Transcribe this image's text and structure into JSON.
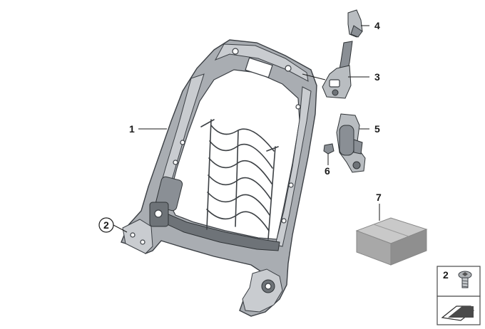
{
  "callouts": {
    "c1": "1",
    "c2": "2",
    "c3": "3",
    "c4": "4",
    "c5": "5",
    "c6": "6",
    "c7": "7"
  },
  "legend": {
    "number": "2"
  },
  "colors": {
    "frame": "#a9adb2",
    "outline": "#3b3f44",
    "box": "#a8a8a8",
    "text": "#1a1a1a"
  }
}
